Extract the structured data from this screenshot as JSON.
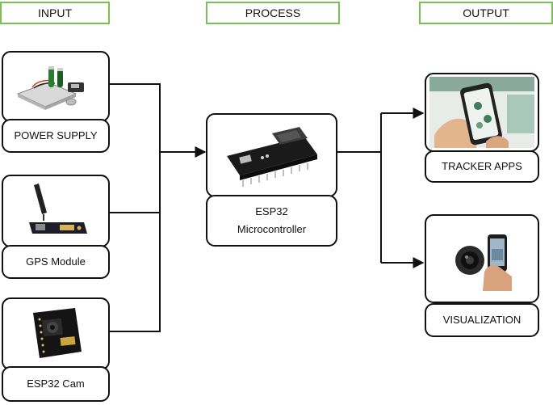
{
  "headers": {
    "input": "INPUT",
    "process": "PROCESS",
    "output": "OUTPUT"
  },
  "inputs": [
    {
      "label": "POWER SUPPLY",
      "icon": "battery-pack-icon"
    },
    {
      "label": "GPS Module",
      "icon": "gps-module-icon"
    },
    {
      "label": "ESP32 Cam",
      "icon": "esp32-cam-icon"
    }
  ],
  "process": {
    "line1": "ESP32",
    "line2": "Microcontroller",
    "icon": "esp32-board-icon"
  },
  "outputs": [
    {
      "label": "TRACKER APPS",
      "icon": "tracker-app-phone-icon"
    },
    {
      "label": "VISUALIZATION",
      "icon": "camera-phone-icon"
    }
  ],
  "colors": {
    "header_border": "#7bbf55",
    "line": "#111111"
  }
}
